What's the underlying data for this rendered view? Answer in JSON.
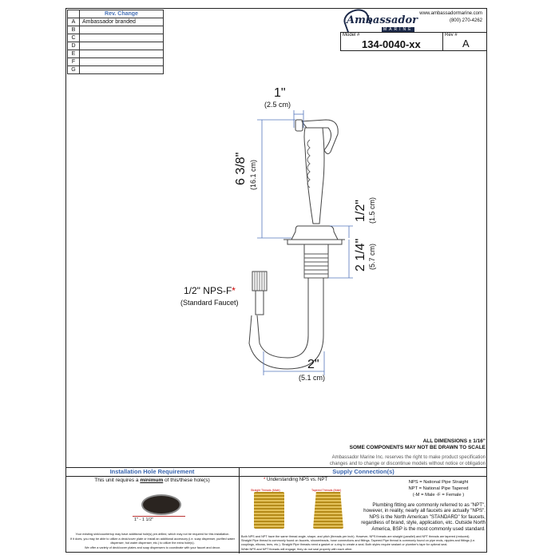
{
  "rev_table": {
    "header_left": "",
    "header_right": "Rev. Change",
    "rows": [
      {
        "letter": "A",
        "change": "Ambassador branded"
      },
      {
        "letter": "B",
        "change": ""
      },
      {
        "letter": "C",
        "change": ""
      },
      {
        "letter": "D",
        "change": ""
      },
      {
        "letter": "E",
        "change": ""
      },
      {
        "letter": "F",
        "change": ""
      },
      {
        "letter": "G",
        "change": ""
      }
    ]
  },
  "brand": {
    "name": "Ambassador",
    "sub": "MARINE",
    "website": "www.ambassadormarine.com",
    "phone": "(800) 270-4262"
  },
  "model": {
    "label": "Model #",
    "value": "134-0040-xx",
    "rev_label": "Rev #",
    "rev_value": "A"
  },
  "dims": {
    "top_width": "1\"",
    "top_width_cm": "(2.5 cm)",
    "height": "6 3/8\"",
    "height_cm": "(16.1 cm)",
    "deck": "1/2\"",
    "deck_cm": "(1.5 cm)",
    "shank": "2 1/4\"",
    "shank_cm": "(5.7 cm)",
    "bottom": "2\"",
    "bottom_cm": "(5.1 cm)",
    "connector": "1/2\" NPS-F",
    "connector_star": "*",
    "connector_note": "(Standard Faucet)"
  },
  "notes": {
    "line1": "ALL DIMENSIONS ± 1/16\"",
    "line2": "SOME COMPONENTS MAY NOT BE DRAWN TO SCALE",
    "line3": "Ambassador Marine Inc. reserves the right to make product specification",
    "line4": "changes and to change or discontinue models without notice or obligation"
  },
  "install": {
    "title": "Installation Hole Requirement",
    "subtitle_pre": "This unit requires a ",
    "subtitle_em": "minimum",
    "subtitle_post": " of this/these hole(s)",
    "hole_dim": "1\" - 1 1/2\"",
    "fine1": "Your existing sink/countertop may have additional hole(s) pre-drilled, which may not be required for this installation.",
    "fine2": "If it does, you may be able to utilize a deck/cover plate or install an additional accessory (i.e. soap dispenser, purified water dispenser, hot water dispenser, etc.) to utilize the extra hole(s).",
    "fine3": "We offer a variety of deck/cover plates and soap dispensers to coordinate with your faucet and decor."
  },
  "supply": {
    "title": "Supply Connection(s)",
    "understanding_star": "*",
    "understanding": " Understanding NPS vs. NPT",
    "nps_def": "NPS = National Pipe Straight",
    "npt_def": "NPT = National Pipe Tapered",
    "male_female": "(-M = Male    -F = Female )",
    "thread1_lbl": "Straight Threads (Male)",
    "thread2_lbl": "Tapered Threads (Male)",
    "plumbing": "Plumbing fitting are commonly referred to as \"NPT\", however, in reality, nearly all faucets are actually \"NPS\". NPS is the North American \"STANDARD\" for faucets, regardless of brand, style, application, etc.  Outside North America, BSP is the most commonly used standard.",
    "fine1": "Both NPS and NPT have the same thread angle, shape, and pitch (threads per inch).  However, NPS threads are straight (parallel) and NPT threads are tapered (reduced).",
    "fine2": "Straight Pipe thread is commonly found on faucets, showerheads, hose connections and fittings.  Tapered Pipe thread is commonly found on pipe ends, nipples and fittings (i.e. couplings, elbows, tees, etc.).  Straight Pipe threads need a gasket or o-ring to create a seal.  Both styles require sealant or plumber's tape for optimal seal.",
    "fine3": "While NPS and NPT threads will engage, they do not seal properly with each other."
  }
}
